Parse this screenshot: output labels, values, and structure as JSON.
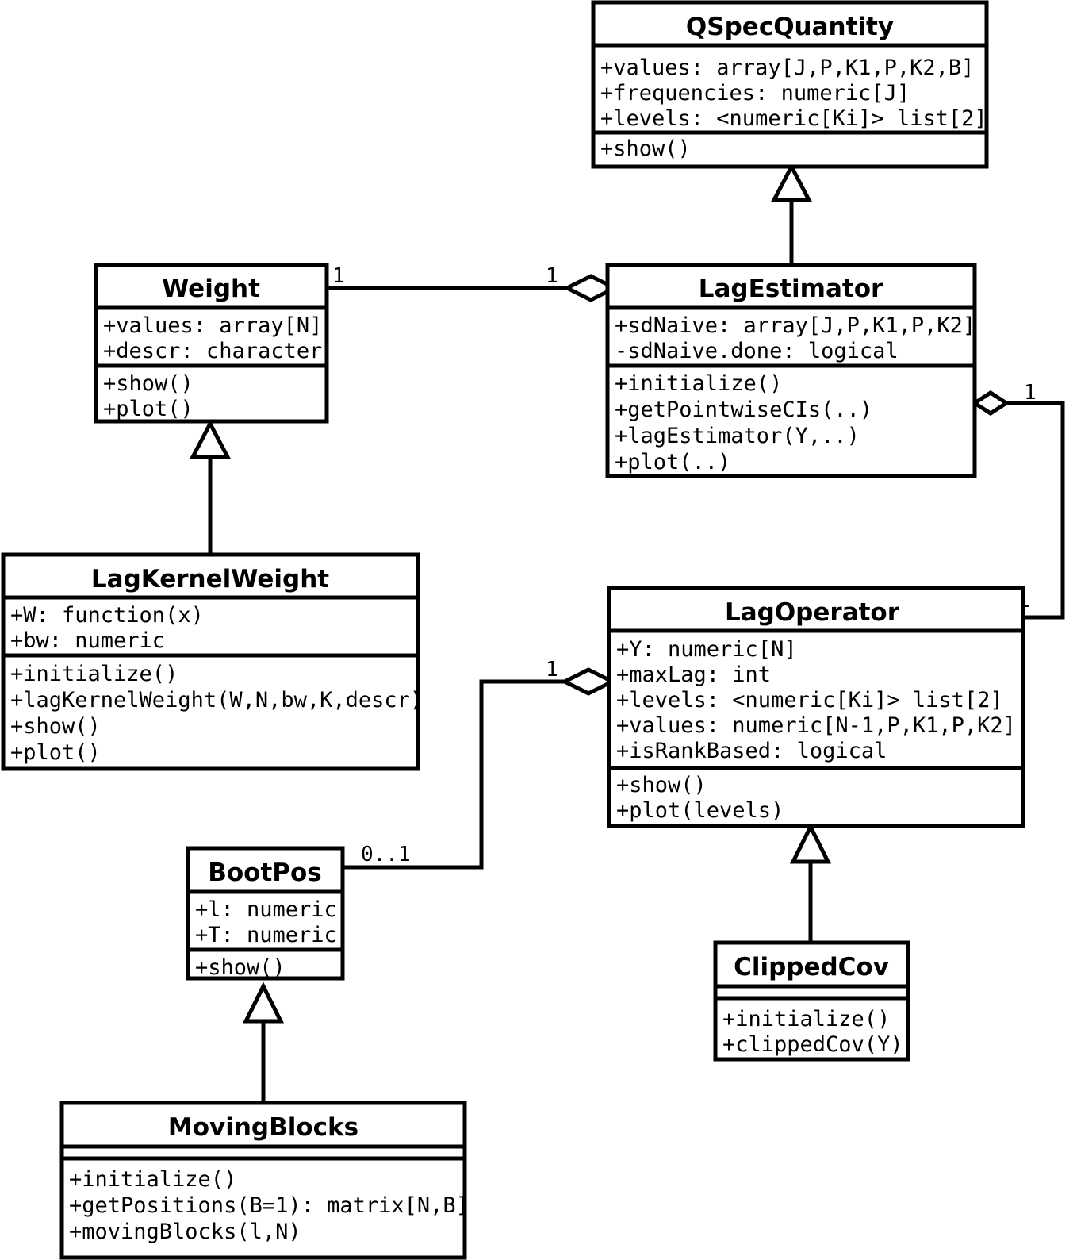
{
  "diagram": {
    "kind": "uml-class-diagram",
    "background_color": "#ffffff",
    "line_color": "#000000",
    "fill_color": "#ffffff"
  },
  "classes": [
    {
      "id": "qspecquantity",
      "name": "QSpecQuantity",
      "attributes": [
        "+values: array[J,P,K1,P,K2,B]",
        "+frequencies: numeric[J]",
        "+levels: <numeric[Ki]> list[2]"
      ],
      "methods": [
        "+show()"
      ]
    },
    {
      "id": "weight",
      "name": "Weight",
      "attributes": [
        "+values: array[N]",
        "+descr: character"
      ],
      "methods": [
        "+show()",
        "+plot()"
      ]
    },
    {
      "id": "lagestimator",
      "name": "LagEstimator",
      "attributes": [
        "+sdNaive: array[J,P,K1,P,K2]",
        "-sdNaive.done: logical"
      ],
      "methods": [
        "+initialize()",
        "+getPointwiseCIs(..)",
        "+lagEstimator(Y,..)",
        "+plot(..)"
      ]
    },
    {
      "id": "lagkernelweight",
      "name": "LagKernelWeight",
      "attributes": [
        "+W: function(x)",
        "+bw: numeric"
      ],
      "methods": [
        "+initialize()",
        "+lagKernelWeight(W,N,bw,K,descr)",
        "+show()",
        "+plot()"
      ]
    },
    {
      "id": "lagoperator",
      "name": "LagOperator",
      "attributes": [
        "+Y: numeric[N]",
        "+maxLag: int",
        "+levels: <numeric[Ki]> list[2]",
        "+values: numeric[N-1,P,K1,P,K2]",
        "+isRankBased: logical"
      ],
      "methods": [
        "+show()",
        "+plot(levels)"
      ]
    },
    {
      "id": "bootpos",
      "name": "BootPos",
      "attributes": [
        "+l: numeric",
        "+T: numeric"
      ],
      "methods": [
        "+show()"
      ]
    },
    {
      "id": "clippedcov",
      "name": "ClippedCov",
      "attributes": [],
      "methods": [
        "+initialize()",
        "+clippedCov(Y)"
      ]
    },
    {
      "id": "movingblocks",
      "name": "MovingBlocks",
      "attributes": [],
      "methods": [
        "+initialize()",
        "+getPositions(B=1): matrix[N,B]",
        "+movingBlocks(l,N)"
      ]
    }
  ],
  "relationships": [
    {
      "id": "rel-lagestimator-qspecquantity",
      "type": "generalization",
      "from": "lagestimator",
      "to": "qspecquantity",
      "source_multiplicity": "",
      "target_multiplicity": ""
    },
    {
      "id": "rel-weight-lagestimator",
      "type": "aggregation",
      "from": "weight",
      "to": "lagestimator",
      "source_multiplicity": "1",
      "target_multiplicity": "1"
    },
    {
      "id": "rel-lagkernelweight-weight",
      "type": "generalization",
      "from": "lagkernelweight",
      "to": "weight",
      "source_multiplicity": "",
      "target_multiplicity": ""
    },
    {
      "id": "rel-lagoperator-lagestimator",
      "type": "aggregation",
      "from": "lagoperator",
      "to": "lagestimator",
      "source_multiplicity": "1",
      "target_multiplicity": "1"
    },
    {
      "id": "rel-bootpos-lagoperator",
      "type": "aggregation",
      "from": "bootpos",
      "to": "lagoperator",
      "source_multiplicity": "0..1",
      "target_multiplicity": "1"
    },
    {
      "id": "rel-clippedcov-lagoperator",
      "type": "generalization",
      "from": "clippedcov",
      "to": "lagoperator",
      "source_multiplicity": "",
      "target_multiplicity": ""
    },
    {
      "id": "rel-movingblocks-bootpos",
      "type": "generalization",
      "from": "movingblocks",
      "to": "bootpos",
      "source_multiplicity": "",
      "target_multiplicity": ""
    }
  ],
  "multiplicity_labels": {
    "weight_end": "1",
    "lagestimator_weight_end": "1",
    "lagestimator_operator_end": "1",
    "lagoperator_estimator_end": "1",
    "bootpos_end": "0..1",
    "lagoperator_bootpos_end": "1"
  }
}
